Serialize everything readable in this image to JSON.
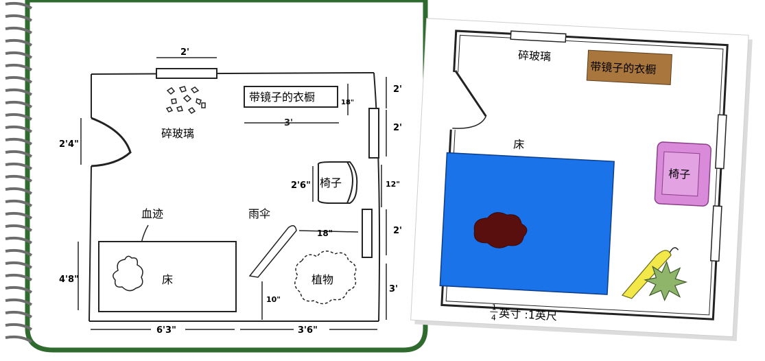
{
  "sketch": {
    "dims": {
      "window_top": "2'",
      "wardrobe_height": "18\"",
      "wardrobe_width": "3'",
      "right_window_upper": "2'",
      "right_window_upper_gap": "2'",
      "door": "2'4\"",
      "chair": "2'6\"",
      "right_gap": "12\"",
      "umbrella_to_wall": "18\"",
      "right_window_lower": "2'",
      "bed_height": "4'8\"",
      "umbrella_height": "10\"",
      "bottom_right": "3'",
      "bottom_left": "6'3\"",
      "bottom_mid": "3'6\""
    },
    "labels": {
      "wardrobe": "带镜子的衣橱",
      "glass": "碎玻璃",
      "chair": "椅子",
      "blood": "血迹",
      "umbrella": "雨伞",
      "bed": "床",
      "plant": "植物"
    }
  },
  "scaled": {
    "labels": {
      "glass": "碎玻璃",
      "wardrobe": "带镜子的衣橱",
      "bed": "床",
      "chair": "椅子"
    },
    "scale": {
      "num": "1",
      "den": "4",
      "text": "英寸 :1英尺"
    },
    "colors": {
      "bed": "#1a73e8",
      "wardrobe": "#a9763d",
      "chair": "#d98ad9",
      "blood": "#5a0f0f",
      "umbrella": "#f2e84a",
      "plant": "#8fb56a",
      "card_border": "#2f6b2f"
    }
  }
}
